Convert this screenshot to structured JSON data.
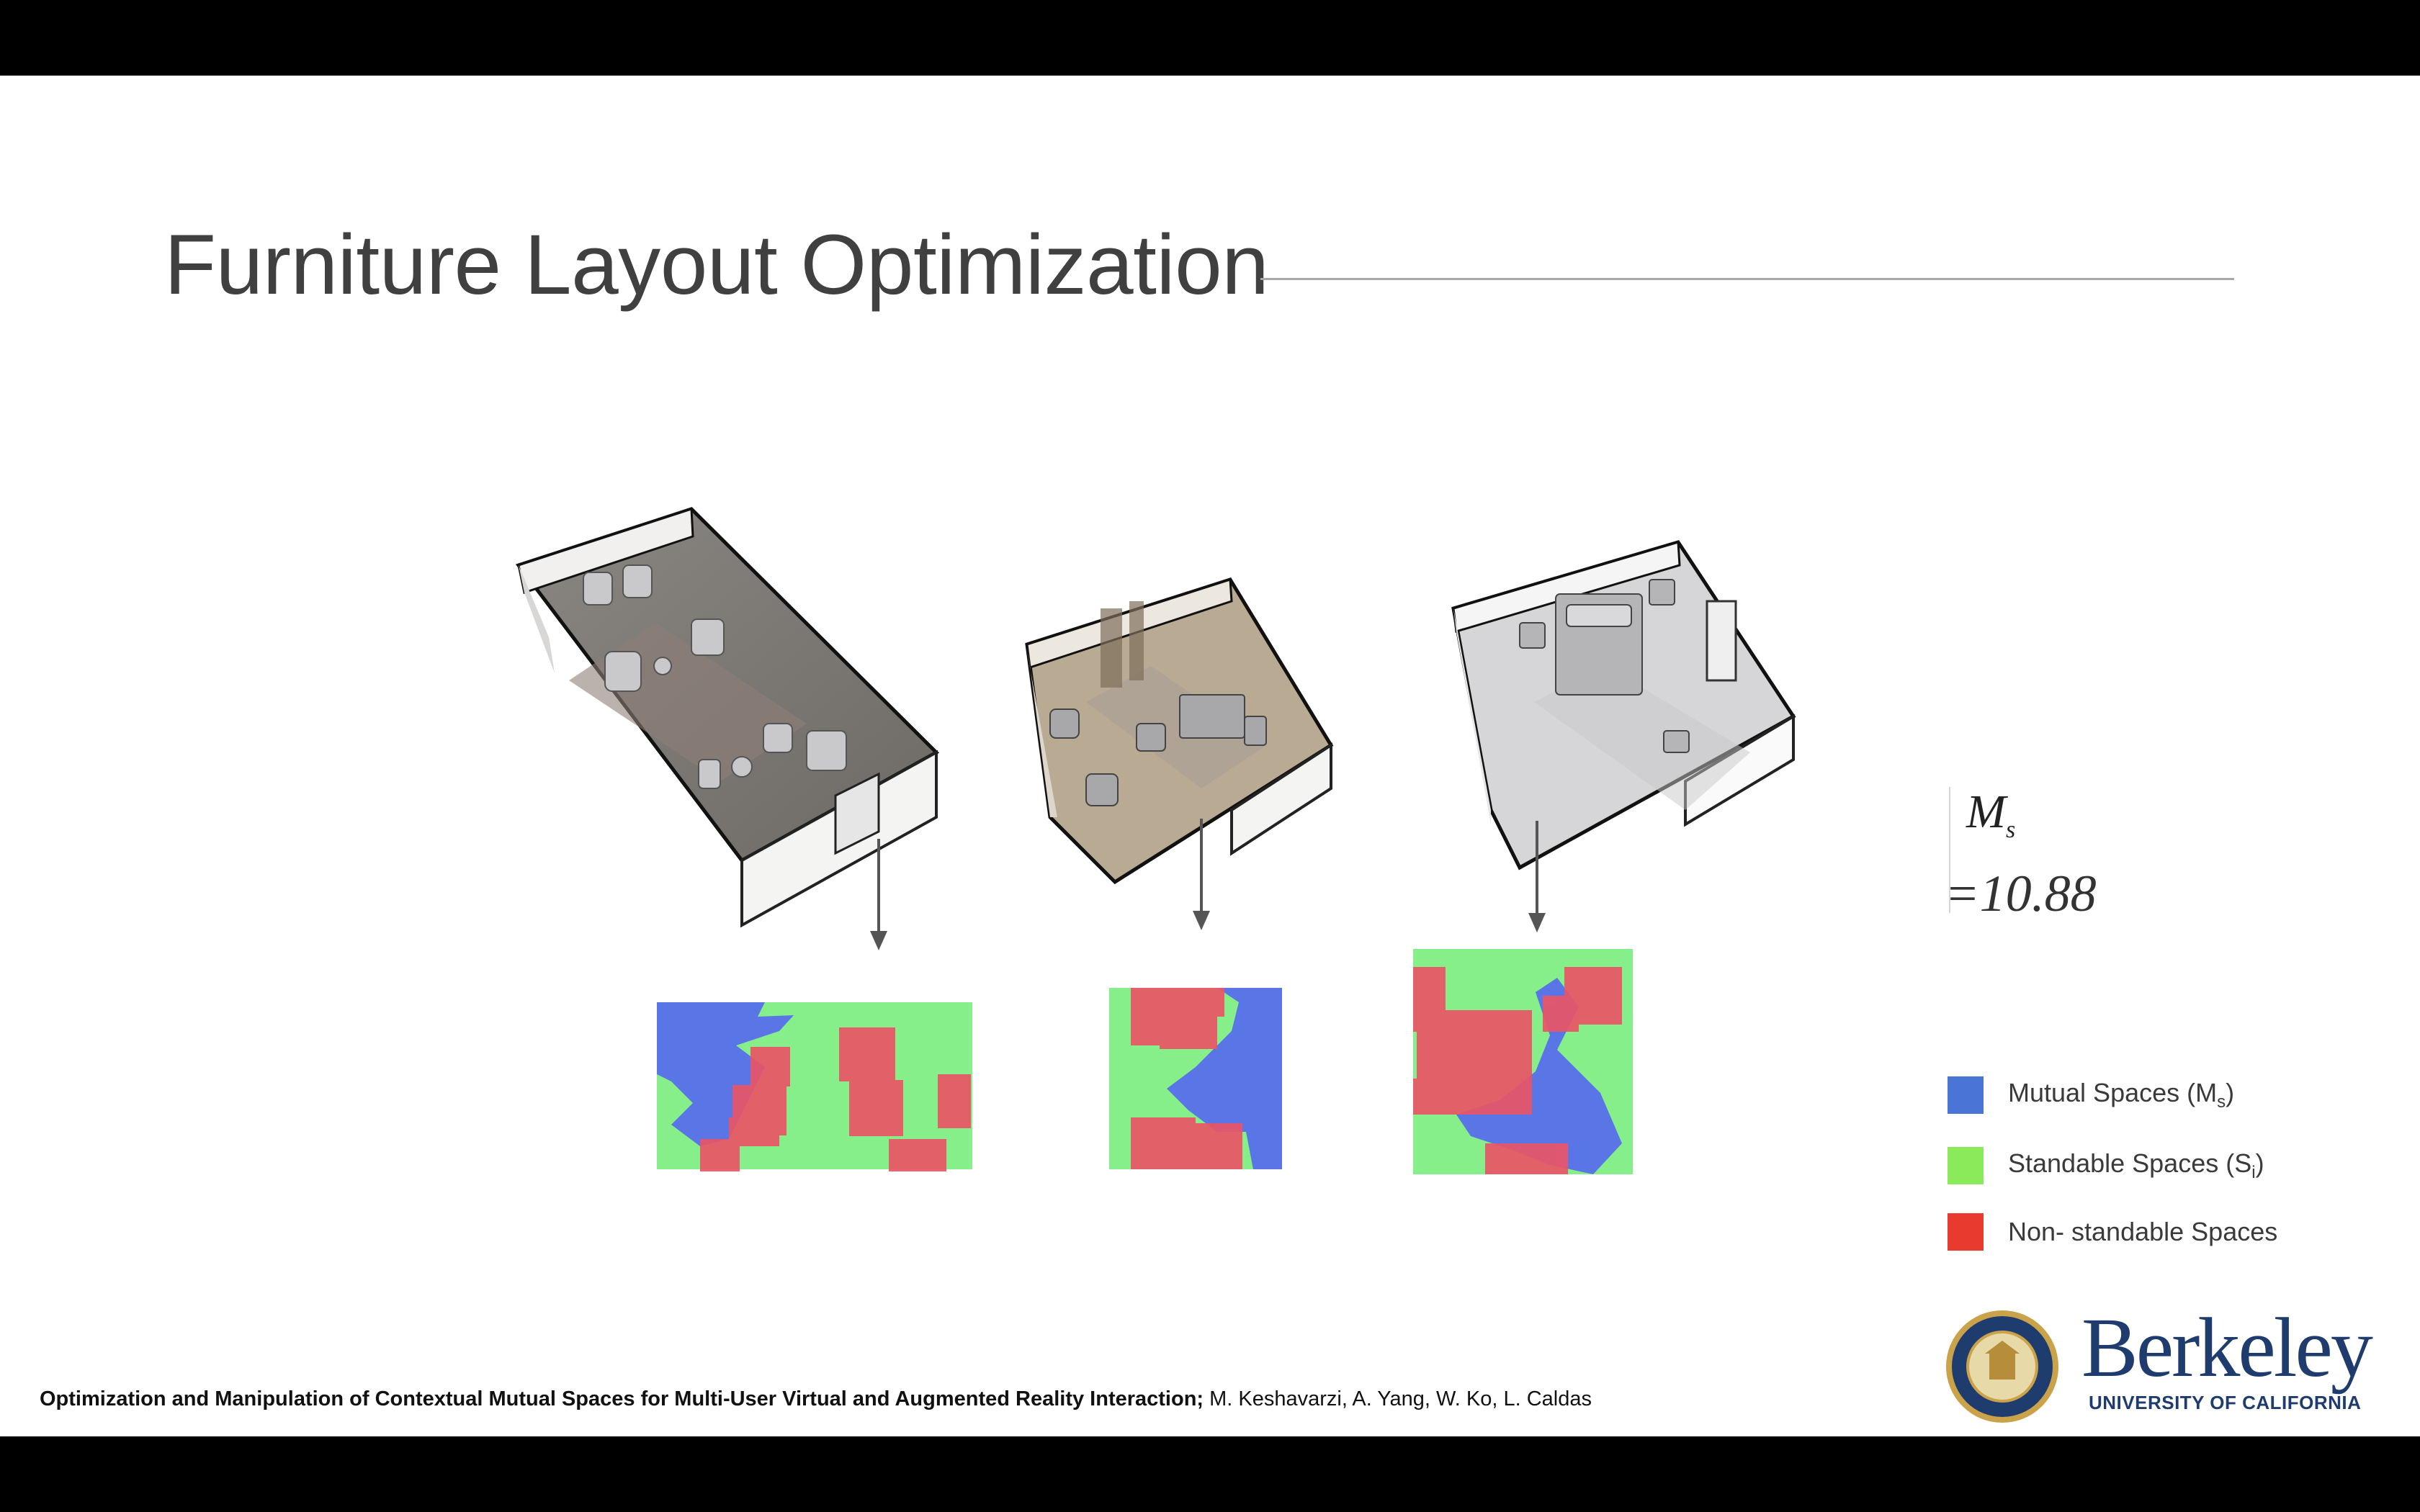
{
  "slide": {
    "title": "Furniture Layout Optimization"
  },
  "metric": {
    "symbol": "M",
    "subscript": "s",
    "value": "=10.88"
  },
  "legend": [
    {
      "label": "Mutual Spaces (M",
      "sub": "s",
      "close": ")",
      "color": "#4a74d6"
    },
    {
      "label": "Standable Spaces (S",
      "sub": "i",
      "close": ")",
      "color": "#8aea5a"
    },
    {
      "label": "Non- standable Spaces",
      "sub": "",
      "close": "",
      "color": "#e83a2f"
    }
  ],
  "citation": {
    "title": "Optimization and Manipulation of Contextual Mutual Spaces for Multi-User Virtual and Augmented Reality Interaction;",
    "authors": " M. Keshavarzi, A. Yang, W. Ko, L. Caldas"
  },
  "logo": {
    "name": "Berkeley",
    "subtitle": "UNIVERSITY OF CALIFORNIA"
  },
  "colors": {
    "mutual": "#5a76e6",
    "standable": "#86ef8a",
    "nonstandable": "#ea5566",
    "brand": "#1f3c6e"
  }
}
